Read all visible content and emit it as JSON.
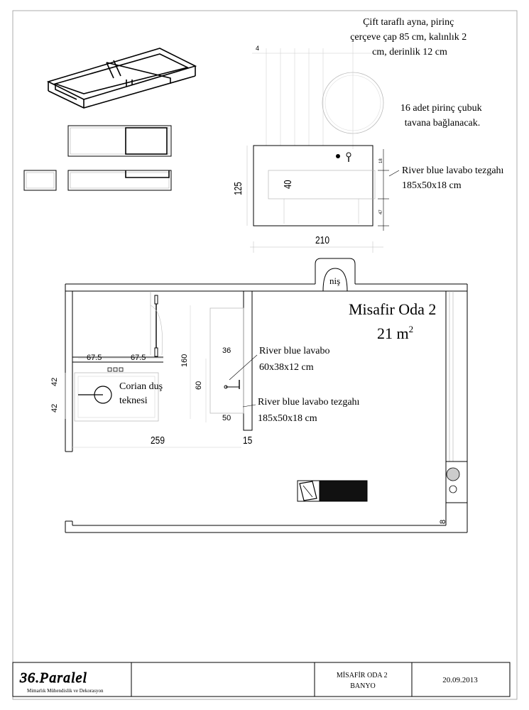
{
  "notes": {
    "mirror": [
      "Çift taraflı ayna, pirinç",
      "çerçeve çap 85 cm, kalınlık 2",
      "cm, derinlik 12 cm"
    ],
    "rods": [
      "16 adet pirinç çubuk",
      "tavana bağlanacak."
    ],
    "counter_detail": [
      "River blue lavabo tezgahı",
      "185x50x18 cm"
    ],
    "sink": [
      "River blue lavabo",
      "60x38x12 cm"
    ],
    "counter_plan": [
      "River blue lavabo tezgahı",
      "185x50x18 cm"
    ],
    "shower": [
      "Corian duş",
      "teknesi"
    ]
  },
  "room": {
    "name": "Misafir Oda 2",
    "area_value": "21 m",
    "area_sup": "2",
    "nis": "niş"
  },
  "dims": {
    "d4": "4",
    "d125": "125",
    "d40": "40",
    "d210": "210",
    "d18": "18",
    "d47": "47",
    "d67a": "67.5",
    "d67b": "67.5",
    "d42a": "42",
    "d42b": "42",
    "d160": "160",
    "d60": "60",
    "d36": "36",
    "d50": "50",
    "d259": "259",
    "d15": "15",
    "d8": "8"
  },
  "title_block": {
    "logo": "36.Paralel",
    "logo_sub": "Mimarlık Mühendislik ve Dekorasyon",
    "project_line1": "MİSAFİR ODA 2",
    "project_line2": "BANYO",
    "date": "20.09.2013"
  }
}
